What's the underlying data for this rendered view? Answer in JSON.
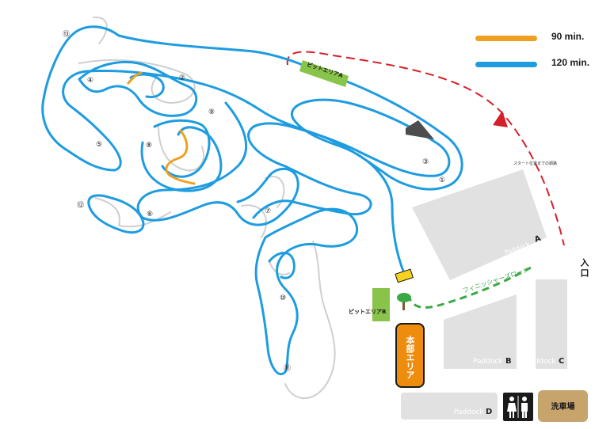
{
  "legend": [
    {
      "label": "90 min.",
      "color": "#f0a020"
    },
    {
      "label": "120 min.",
      "color": "#1e9ce0"
    }
  ],
  "colors": {
    "track": "#1e9ce0",
    "shortcut": "#f0a020",
    "old_track": "#cfcfcf",
    "route_to_start": "#d4202a",
    "finisher_road": "#3aa845",
    "pit_area": "#88c34a",
    "paddock": "#e1e1e1",
    "hq": "#ee8c0e",
    "wash": "#c8a46d"
  },
  "markers": [
    "⑬",
    "④",
    "②",
    "⑨",
    "⑤",
    "⑧",
    "⑥",
    "⑫",
    "⑦",
    "⑩",
    "⑪",
    "③",
    "①"
  ],
  "pit_area_a": "ピットエリアA",
  "pit_area_b": "ピットエリアB",
  "route_note": "スタート位置までの順路",
  "finisher_road": "フィニッシャーズロード",
  "entrance": "入口",
  "hq": "本部エリア",
  "wash": "洗車場",
  "start_icon": "start-flag-icon",
  "finish_icon": "finish-flag-icon",
  "tree_icon": "tree-icon",
  "toilet_icon": "restroom-icon",
  "paddocks": [
    {
      "word": "Paddock",
      "letter": "A"
    },
    {
      "word": "Paddock",
      "letter": "B"
    },
    {
      "word": "Paddock",
      "letter": "C"
    },
    {
      "word": "Paddock",
      "letter": "D"
    }
  ]
}
